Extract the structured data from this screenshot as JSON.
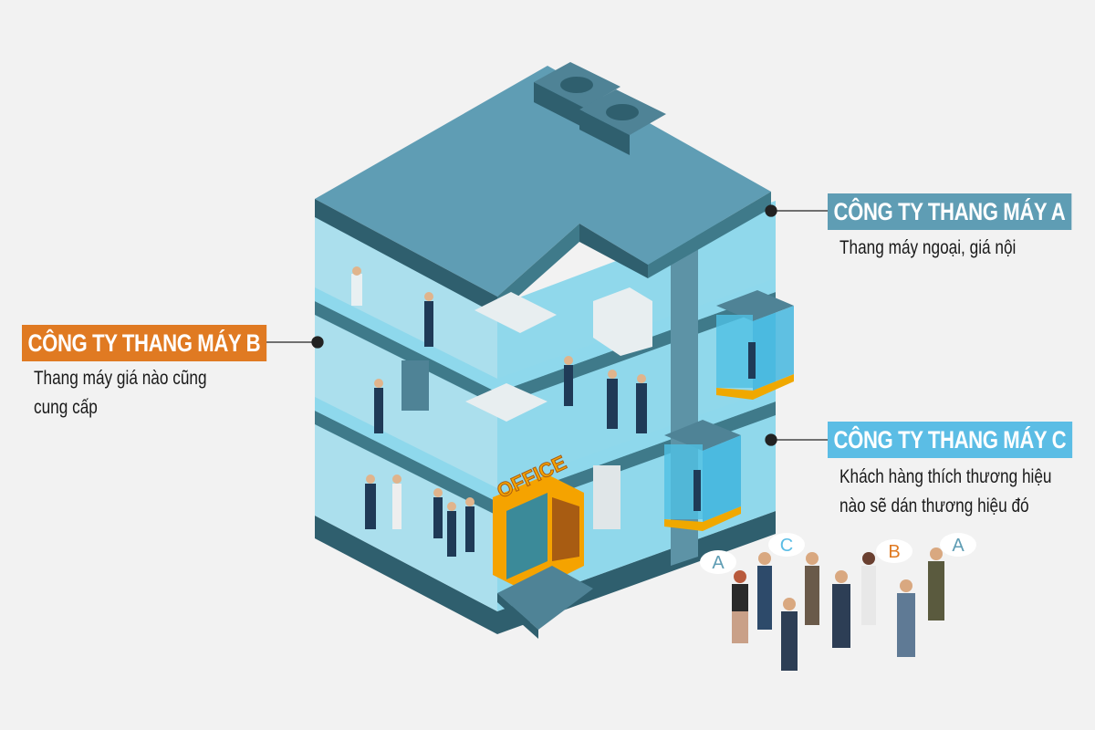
{
  "colors": {
    "company_a": "#5f9db4",
    "company_b": "#e07a22",
    "company_c": "#5bbde5",
    "background": "#f2f2f2"
  },
  "callouts": [
    {
      "id": "a",
      "title": "CÔNG TY THANG MÁY A",
      "lines": [
        "Thang máy ngoại, giá nội"
      ]
    },
    {
      "id": "b",
      "title": "CÔNG TY THANG MÁY B",
      "lines": [
        "Thang máy giá  nào cũng",
        "cung cấp"
      ]
    },
    {
      "id": "c",
      "title": "CÔNG TY THANG MÁY C",
      "lines": [
        "Khách hàng thích thương hiệu",
        "nào sẽ dán thương hiệu đó"
      ]
    }
  ],
  "building": {
    "sign": "OFFICE"
  },
  "speech_bubbles": [
    "A",
    "C",
    "B",
    "A"
  ]
}
